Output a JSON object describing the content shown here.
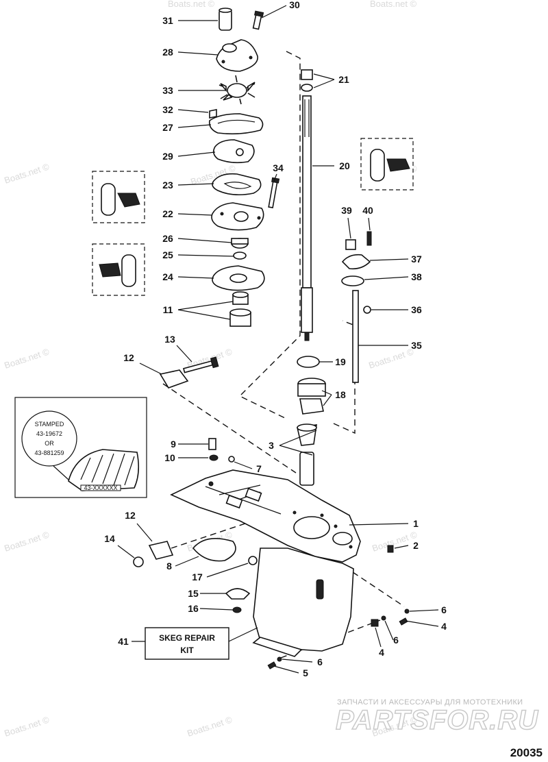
{
  "diagram": {
    "number": "20035",
    "watermark": "Boats.net ©",
    "footer_text": "ЗАПЧАСТИ И АКСЕССУАРЫ ДЛЯ МОТОТЕХНИКИ",
    "footer_brand": "PARTSFOR.RU",
    "gear_inset": {
      "line1": "STAMPED",
      "line2": "43-19672",
      "line3": "OR",
      "line4": "43-881259",
      "gear_tag": "43-XXXXXX"
    },
    "skeg_box": {
      "line1": "SKEG REPAIR",
      "line2": "KIT"
    },
    "callouts": [
      "31",
      "30",
      "28",
      "21",
      "33",
      "32",
      "27",
      "29",
      "20",
      "34",
      "23",
      "22",
      "39",
      "40",
      "26",
      "37",
      "25",
      "38",
      "24",
      "11",
      "36",
      "13",
      "35",
      "12",
      "19",
      "18",
      "9",
      "3",
      "10",
      "7",
      "1",
      "12",
      "2",
      "14",
      "8",
      "17",
      "15",
      "6",
      "16",
      "4",
      "41",
      "4",
      "6",
      "6",
      "5"
    ]
  }
}
